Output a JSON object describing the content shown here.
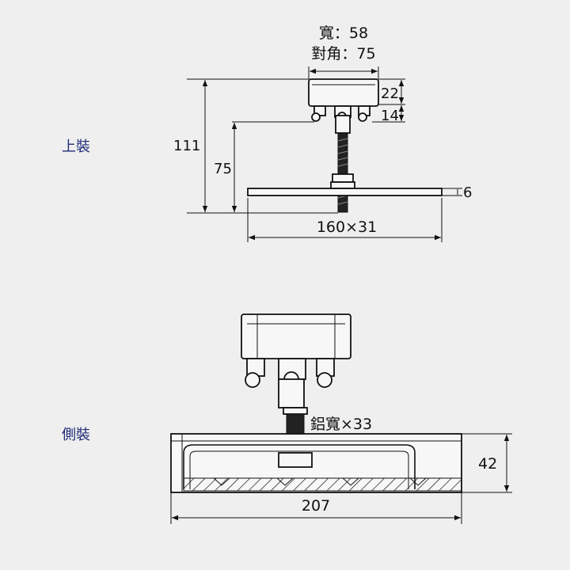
{
  "sections": {
    "top_mount": "上裝",
    "side_mount": "側裝"
  },
  "top_view": {
    "width_label": "寬：58",
    "diagonal_label": "對角：75",
    "dim_22": "22",
    "dim_14": "14",
    "dim_111": "111",
    "dim_75": "75",
    "dim_6": "6",
    "dim_plate": "160×31"
  },
  "side_view": {
    "aluminum_width": "鋁寬×33",
    "dim_42": "42",
    "dim_207": "207"
  }
}
